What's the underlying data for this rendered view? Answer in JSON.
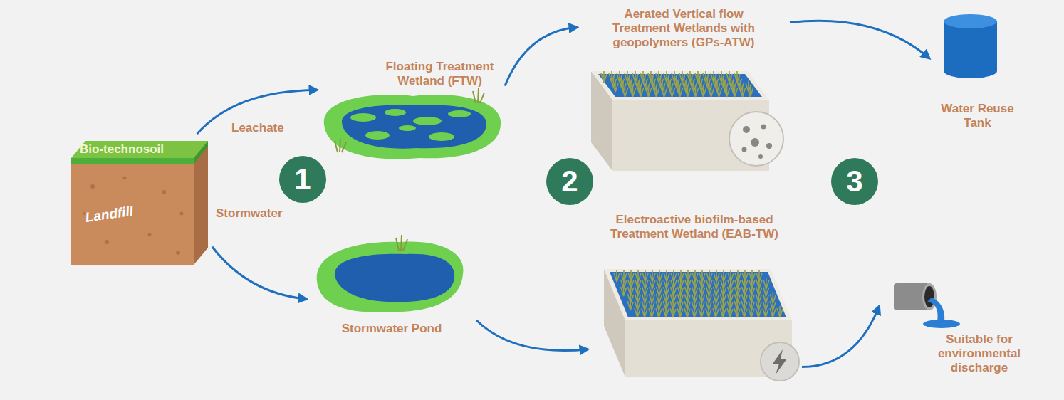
{
  "diagram": {
    "nodes": [
      {
        "text": [
          "Bio-technosoil",
          "Landfill"
        ]
      },
      {
        "text": [
          "Floating Treatment Wetland (FTW)"
        ]
      },
      {
        "text": [
          "1"
        ]
      },
      {
        "text": [
          "Stormwater Pond"
        ]
      },
      {
        "text": [
          "Aerated Vertical flow Treatment Wetlands with geopolymers (GPs-ATW)"
        ]
      },
      {
        "text": [
          "2"
        ]
      },
      {
        "text": [
          "Electroactive biofilm-based Treatment Wetland (EAB-TW)"
        ]
      },
      {
        "text": [
          "Water Reuse Tank"
        ]
      },
      {
        "text": [
          "3"
        ]
      },
      {
        "text": [
          "Suitable for environmental discharge"
        ]
      }
    ],
    "edges": [
      {
        "from": 0,
        "to": 1,
        "label": "Leachate",
        "arrow": "to"
      },
      {
        "from": 0,
        "to": 3,
        "label": "Stormwater",
        "arrow": "to"
      },
      {
        "from": 1,
        "to": 4,
        "arrow": "to"
      },
      {
        "from": 4,
        "to": 7,
        "arrow": "to"
      },
      {
        "from": 3,
        "to": 6,
        "arrow": "to"
      },
      {
        "from": 6,
        "to": 9,
        "arrow": "to"
      }
    ]
  }
}
